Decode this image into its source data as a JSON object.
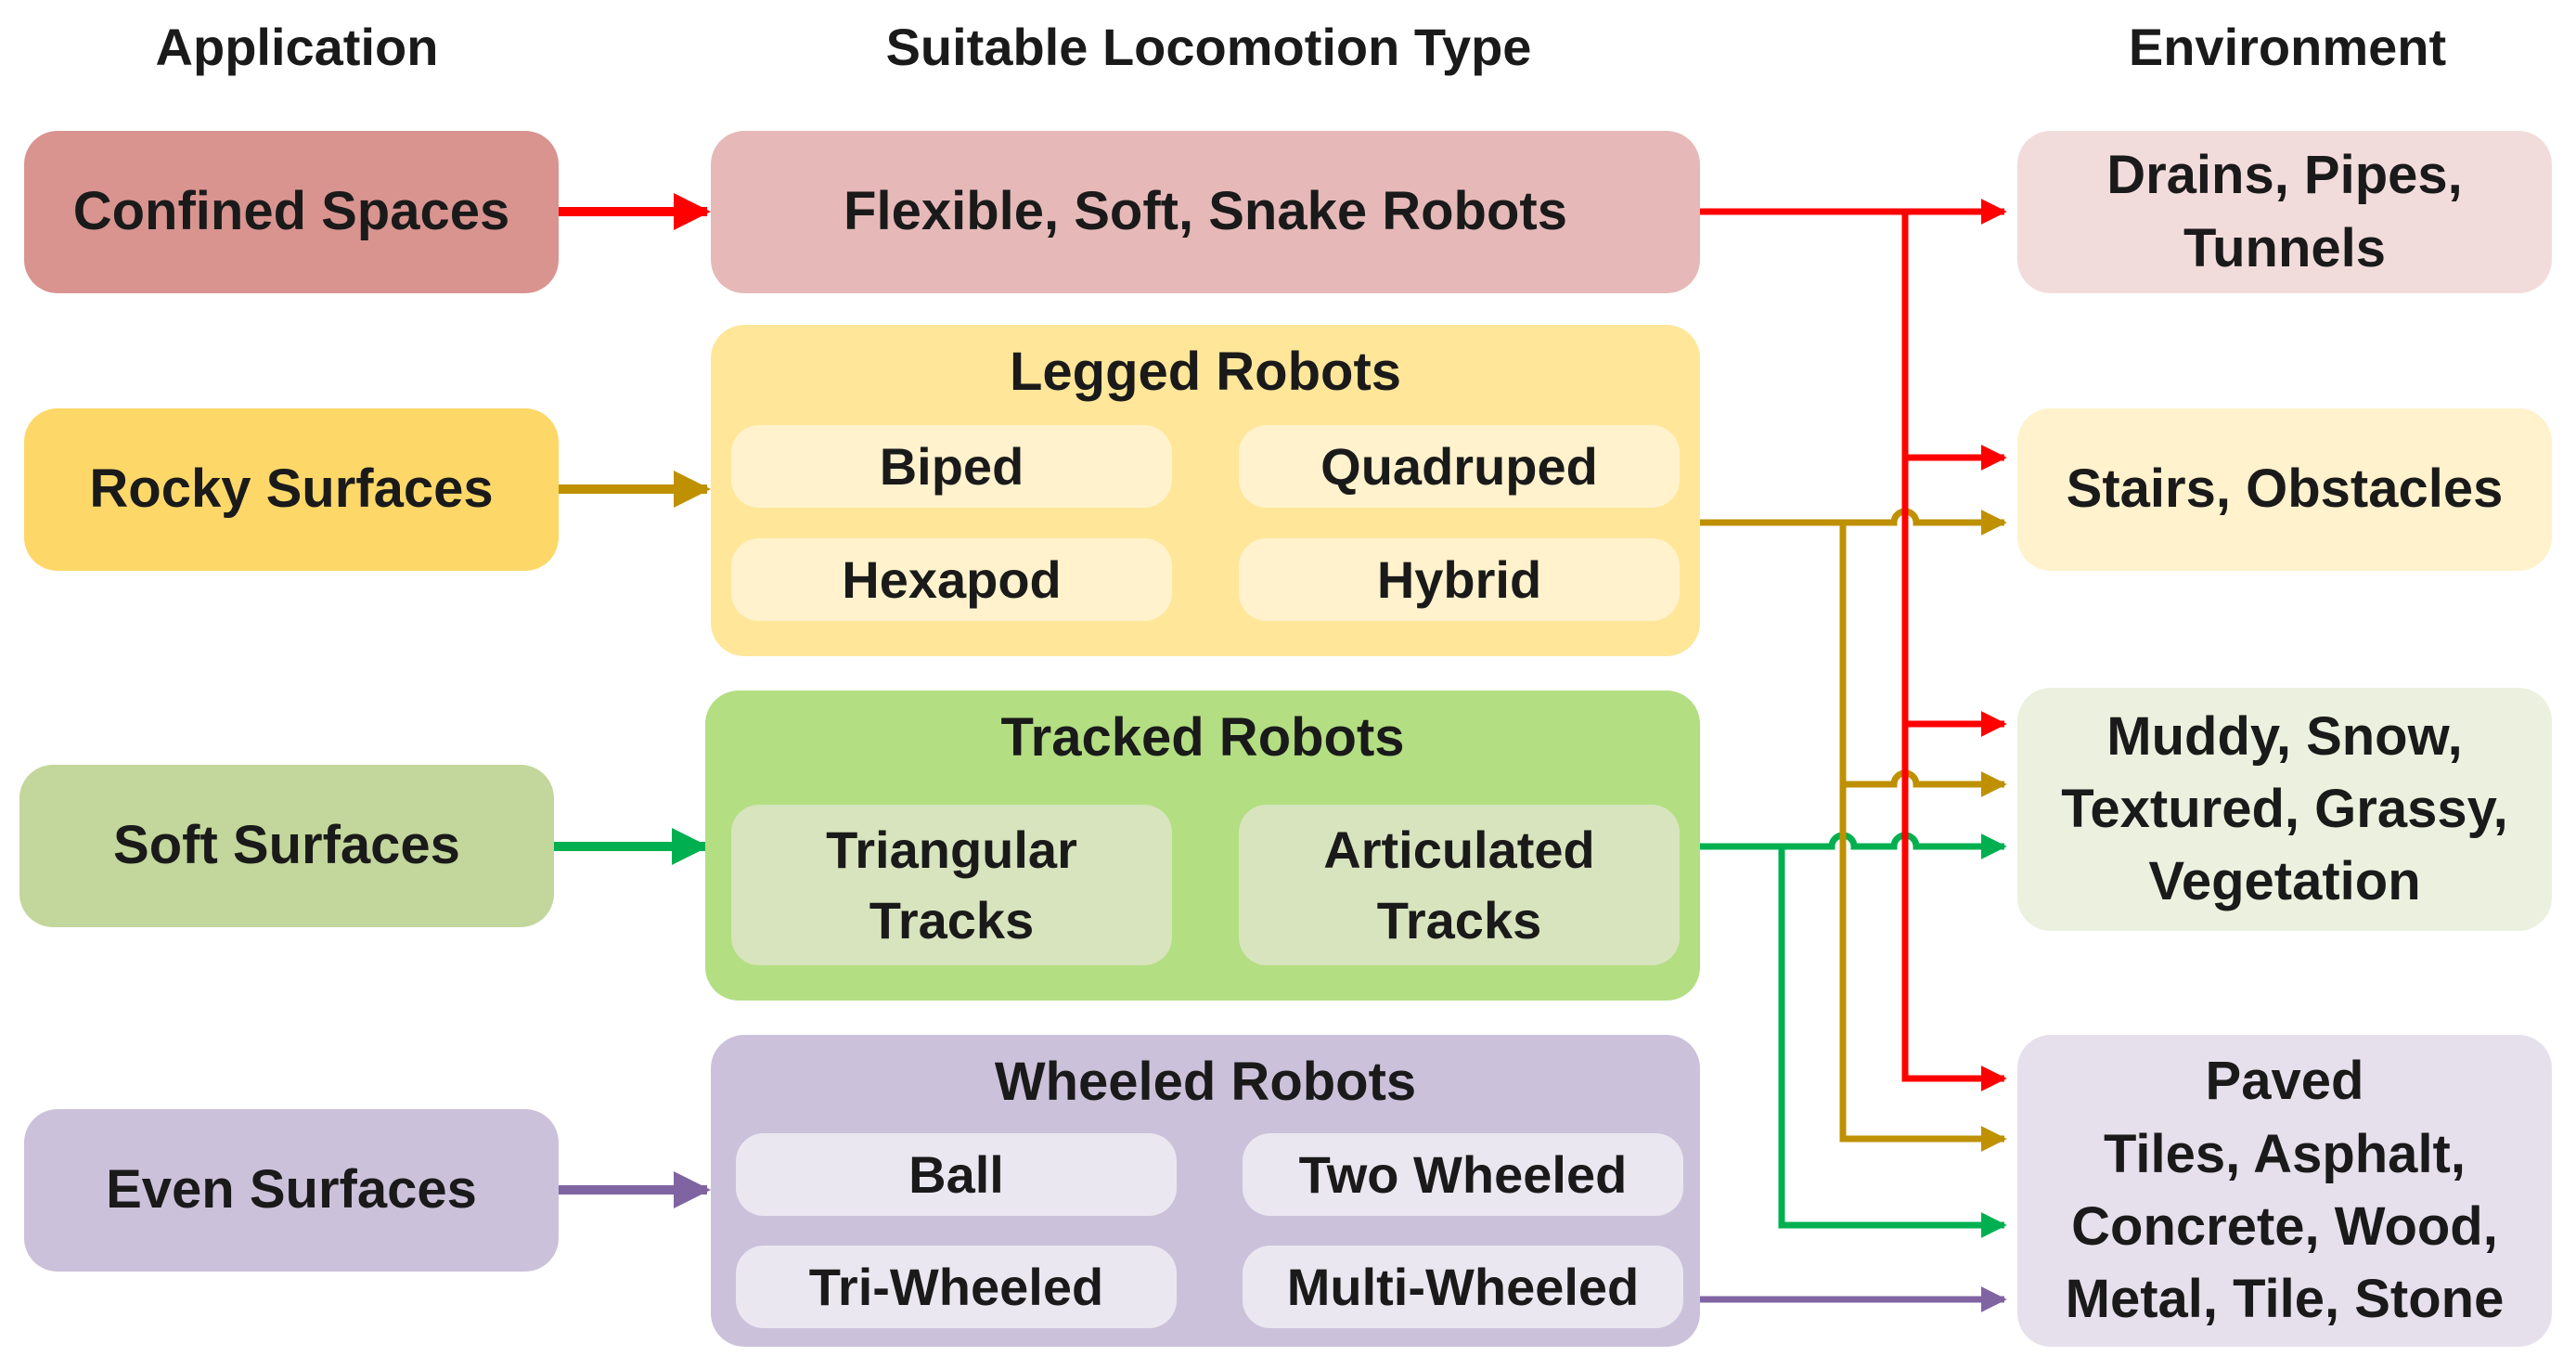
{
  "headers": {
    "application": "Application",
    "locomotion": "Suitable Locomotion Type",
    "environment": "Environment"
  },
  "applications": [
    {
      "label": "Confined Spaces"
    },
    {
      "label": "Rocky Surfaces"
    },
    {
      "label": "Soft Surfaces"
    },
    {
      "label": "Even Surfaces"
    }
  ],
  "locomotion": {
    "snake": {
      "label": "Flexible, Soft, Snake Robots"
    },
    "legged": {
      "title": "Legged Robots",
      "types": [
        "Biped",
        "Quadruped",
        "Hexapod",
        "Hybrid"
      ]
    },
    "tracked": {
      "title": "Tracked Robots",
      "types": [
        "Triangular\nTracks",
        "Articulated\nTracks"
      ]
    },
    "wheeled": {
      "title": "Wheeled Robots",
      "types": [
        "Ball",
        "Two Wheeled",
        "Tri-Wheeled",
        "Multi-Wheeled"
      ]
    }
  },
  "environments": [
    {
      "label": "Drains, Pipes,\nTunnels"
    },
    {
      "label": "Stairs, Obstacles"
    },
    {
      "label": "Muddy, Snow,\nTextured, Grassy,\nVegetation"
    },
    {
      "label": "Paved\nTiles, Asphalt,\nConcrete, Wood,\nMetal, Tile, Stone"
    }
  ],
  "colors": {
    "confined_box": "#d99490",
    "snake_box": "#e6b9b8",
    "drains_box": "#f2dcdb",
    "rocky_box": "#fdd869",
    "legged_box": "#ffe699",
    "legged_sub": "#fff2cc",
    "stairs_box": "#fff2cc",
    "soft_box": "#c3d69b",
    "tracked_box": "#b3de82",
    "tracked_sub": "#d7e4bd",
    "muddy_box": "#ebf1de",
    "even_box": "#ccc1da",
    "wheeled_box": "#ccc1da",
    "wheeled_sub": "#ebe7f0",
    "paved_box": "#e6e0ec",
    "red_arrow": "#ff0000",
    "gold_arrow": "#bf9000",
    "green_arrow": "#00b050",
    "purple_arrow": "#8064a2"
  }
}
